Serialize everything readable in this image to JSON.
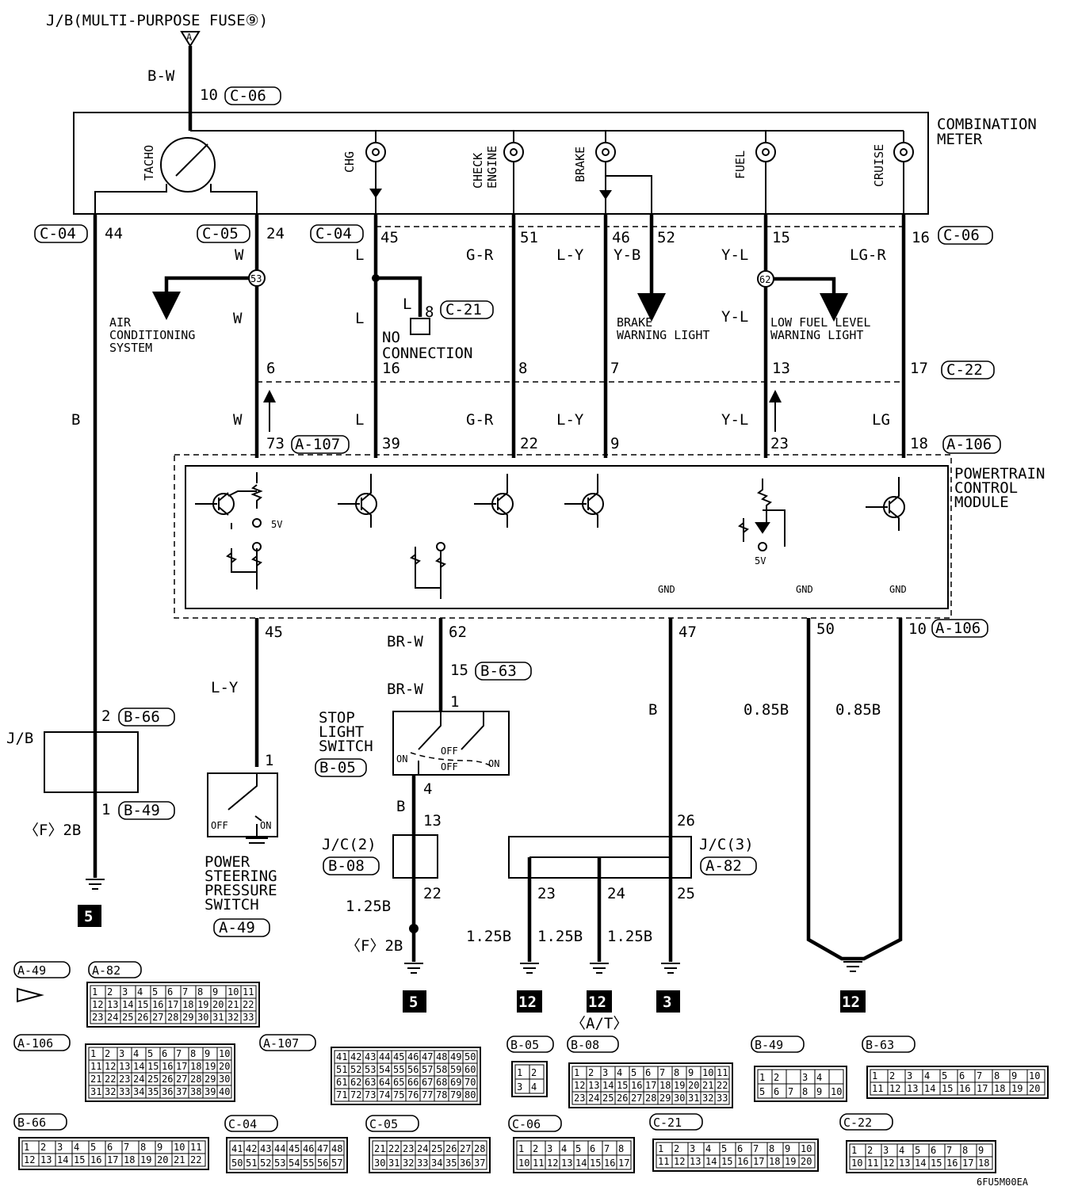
{
  "header": {
    "fuse": "J/B(MULTI-PURPOSE FUSE⑨)",
    "fuse_tag": "A",
    "feed_wire": "B-W",
    "feed_pin": "10",
    "feed_conn": "C-06"
  },
  "meter": {
    "title_1": "COMBINATION",
    "title_2": "METER",
    "tacho": "TACHO",
    "chg": "CHG",
    "check_1": "CHECK",
    "check_2": "ENGINE",
    "brake": "BRAKE",
    "fuel": "FUEL",
    "cruise": "CRUISE"
  },
  "meter_pins": {
    "c04a": "C-04",
    "p44": "44",
    "c05": "C-05",
    "p24": "24",
    "c04b": "C-04",
    "p45": "45",
    "p51": "51",
    "p46": "46",
    "p52": "52",
    "p15": "15",
    "p16": "16",
    "c06": "C-06"
  },
  "wires_upper": {
    "w1": "W",
    "w2": "W",
    "w3": "W",
    "l1": "L",
    "l2": "L",
    "l3": "L",
    "l4": "L",
    "gr1": "G-R",
    "gr2": "G-R",
    "ly1": "L-Y",
    "ly2": "L-Y",
    "yb": "Y-B",
    "yl1": "Y-L",
    "yl2": "Y-L",
    "yl3": "Y-L",
    "lgr": "LG-R",
    "lg": "LG",
    "b": "B"
  },
  "junctions": {
    "j53": "53",
    "j62": "62"
  },
  "aux": {
    "ac_1": "AIR",
    "ac_2": "CONDITIONING",
    "ac_3": "SYSTEM",
    "p8": "8",
    "c21": "C-21",
    "nc_1": "NO",
    "nc_2": "CONNECTION",
    "brake_1": "BRAKE",
    "brake_2": "WARNING LIGHT",
    "fuel_1": "LOW FUEL LEVEL",
    "fuel_2": "WARNING LIGHT"
  },
  "c22_pins": {
    "p6": "6",
    "p16": "16",
    "p8": "8",
    "p7": "7",
    "p13": "13",
    "p17": "17",
    "conn": "C-22"
  },
  "pcm_pins": {
    "p73": "73",
    "a107": "A-107",
    "p39": "39",
    "p22": "22",
    "p9": "9",
    "p23": "23",
    "p18": "18",
    "a106": "A-106",
    "p45": "45",
    "p62": "62",
    "p47": "47",
    "p50": "50",
    "p10": "10",
    "a106b": "A-106"
  },
  "pcm": {
    "title_1": "POWERTRAIN",
    "title_2": "CONTROL",
    "title_3": "MODULE",
    "v1": "5V",
    "v2": "5V",
    "gnd1": "GND",
    "gnd2": "GND",
    "gnd3": "GND"
  },
  "lower": {
    "ly": "L-Y",
    "brw1": "BR-W",
    "p15": "15",
    "b63": "B-63",
    "brw2": "BR-W",
    "p1a": "1",
    "stop_1": "STOP",
    "stop_2": "LIGHT",
    "stop_3": "SWITCH",
    "b05": "B-05",
    "on1": "ON",
    "off1": "OFF",
    "off2": "OFF",
    "on2": "ON",
    "p4": "4",
    "b": "B",
    "p13": "13",
    "jc2": "J/C(2)",
    "b08": "B-08",
    "p22": "22",
    "w125a": "1.25B",
    "f2b": "〈F〉2B",
    "b_mid": "B",
    "p26": "26",
    "jc3": "J/C(3)",
    "a82": "A-82",
    "p23": "23",
    "p24": "24",
    "p25": "25",
    "w125b": "1.25B",
    "w125c": "1.25B",
    "w125d": "1.25B",
    "w085a": "0.85B",
    "w085b": "0.85B",
    "jb": "J/B",
    "p2": "2",
    "b66": "B-66",
    "p1b": "1",
    "b49": "B-49",
    "f2b_left": "〈F〉2B",
    "ps_pin": "1",
    "ps_off": "OFF",
    "ps_on": "ON",
    "ps_1": "POWER",
    "ps_2": "STEERING",
    "ps_3": "PRESSURE",
    "ps_4": "SWITCH",
    "a49": "A-49"
  },
  "grounds": {
    "g1": "5",
    "g2": "5",
    "g3": "12",
    "g4": "12",
    "g5": "3",
    "g6": "12",
    "at": "〈A/T〉"
  },
  "connectors": {
    "a49": "A-49",
    "a82": "A-82",
    "a106": "A-106",
    "a107": "A-107",
    "b05": "B-05",
    "b08": "B-08",
    "b49": "B-49",
    "b63": "B-63",
    "b66": "B-66",
    "c04": "C-04",
    "c05": "C-05",
    "c06": "C-06",
    "c21": "C-21",
    "c22": "C-22"
  },
  "footer": {
    "code": "6FU5M00EA"
  }
}
